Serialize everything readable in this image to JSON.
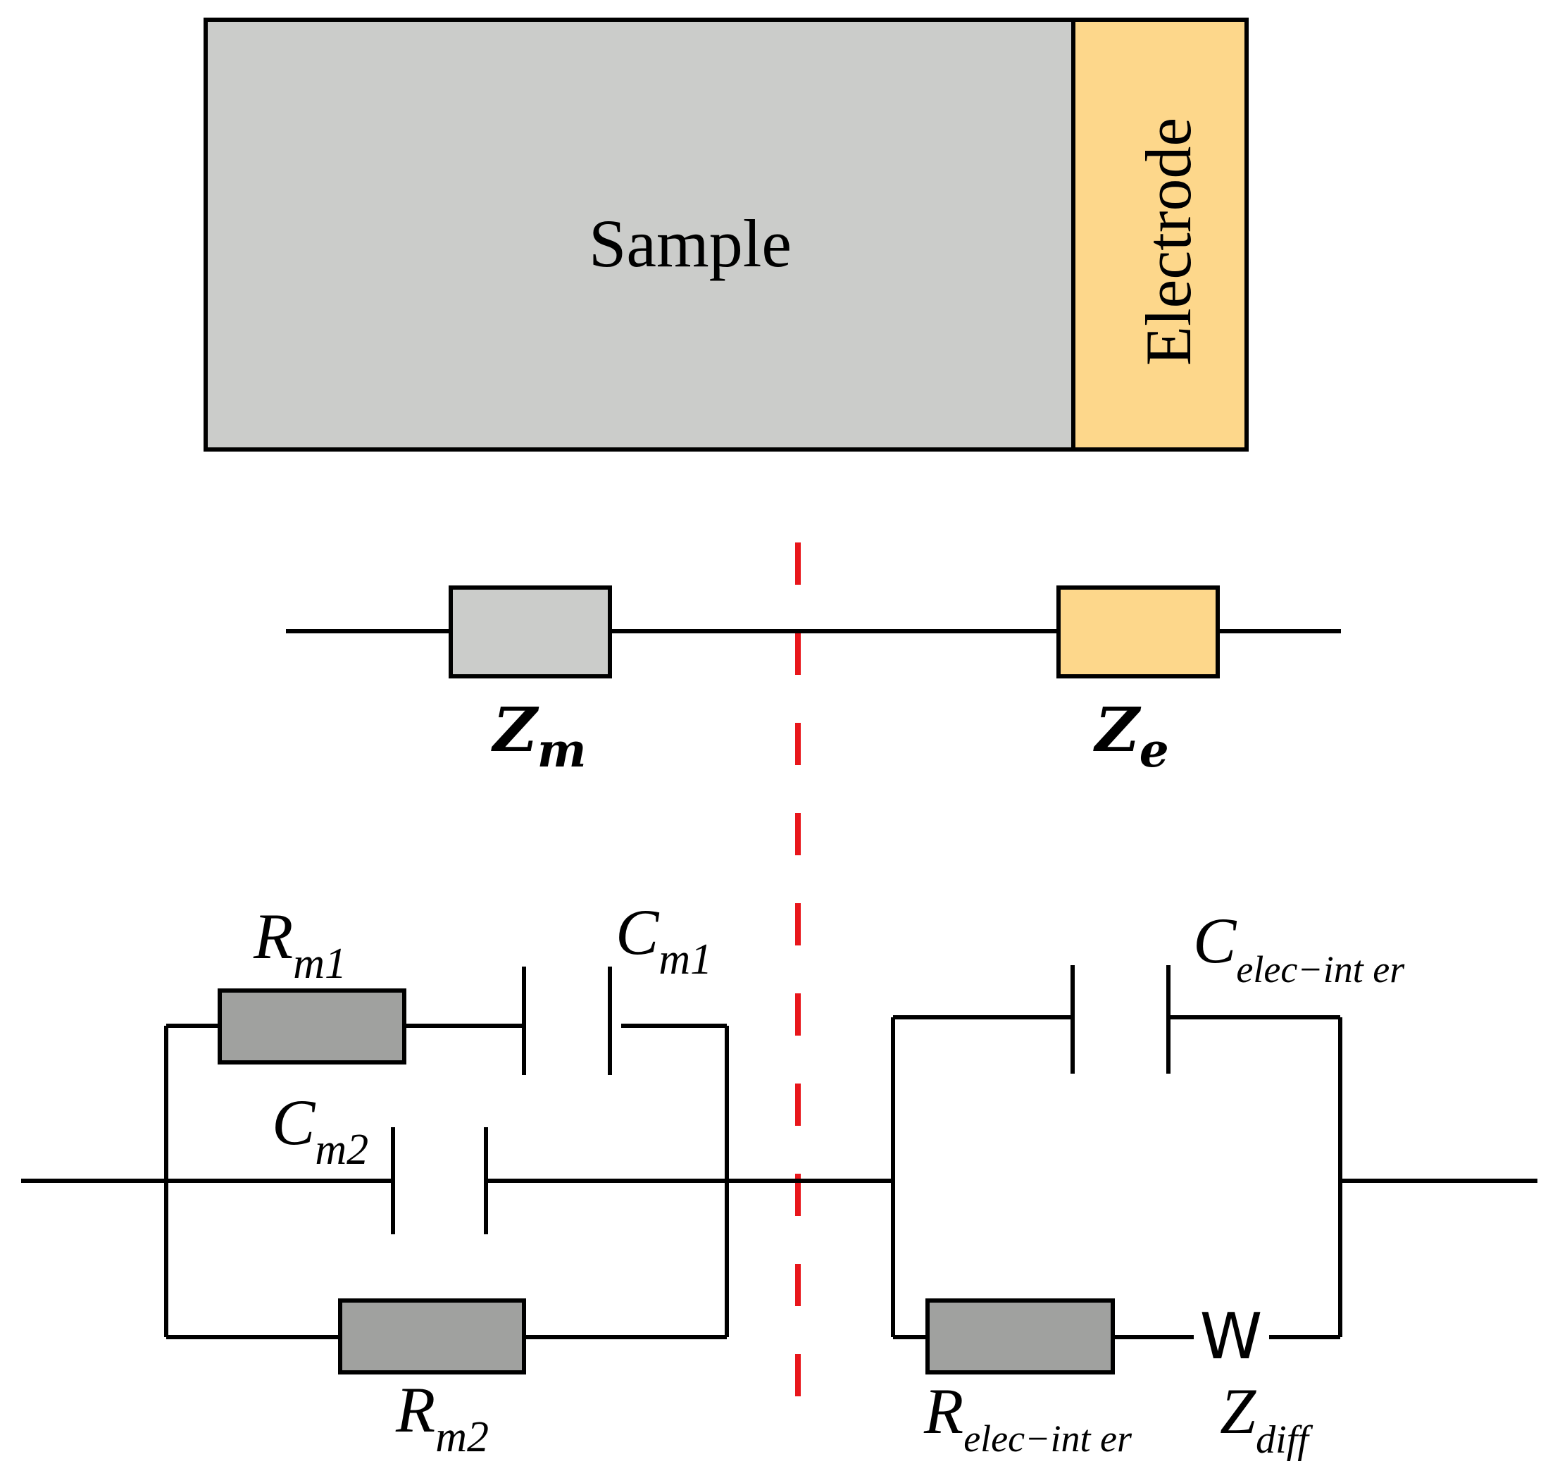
{
  "colors": {
    "sample_fill": "#cbccca",
    "electrode_fill": "#fdd78b",
    "resistor_fill": "#a0a19f",
    "wire": "#000000",
    "divider": "#e8161b"
  },
  "block": {
    "sample_label": "Sample",
    "electrode_label": "Electrode"
  },
  "simple_circuit": {
    "zm_base": "Z",
    "zm_sub": "m",
    "ze_base": "Z",
    "ze_sub": "e"
  },
  "detailed_circuit": {
    "rm1_base": "R",
    "rm1_sub": "m1",
    "cm1_base": "C",
    "cm1_sub": "m1",
    "cm2_base": "C",
    "cm2_sub": "m2",
    "rm2_base": "R",
    "rm2_sub": "m2",
    "cei_base": "C",
    "cei_sub": "elec−int er",
    "rei_base": "R",
    "rei_sub": "elec−int er",
    "warburg_symbol": "W",
    "zdiff_base": "Z",
    "zdiff_sub": "diff"
  }
}
